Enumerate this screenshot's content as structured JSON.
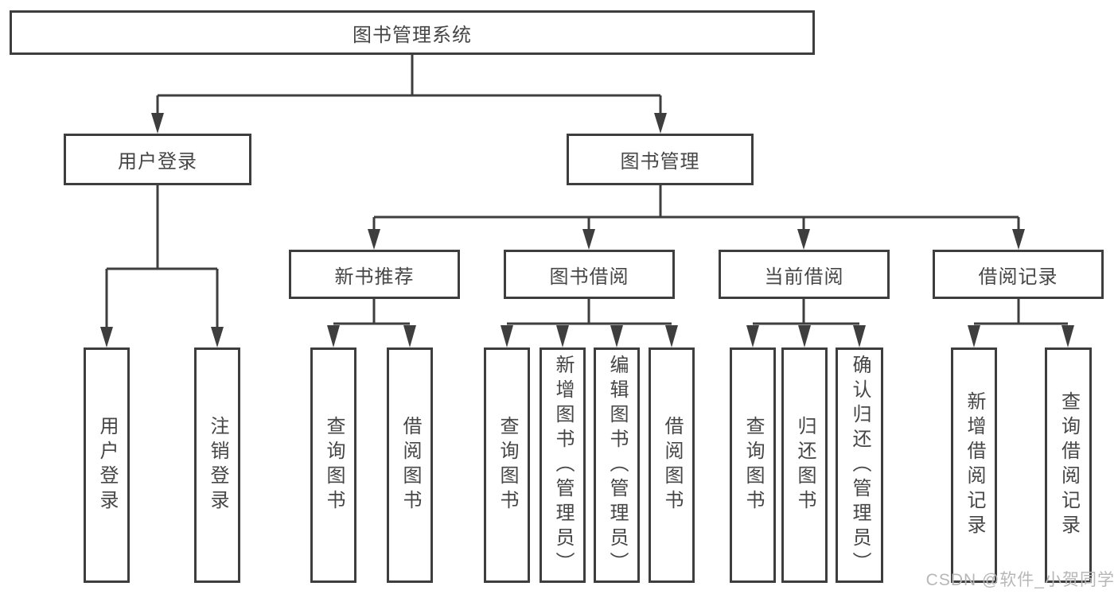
{
  "tree": {
    "label": "图书管理系统",
    "children": [
      {
        "label": "用户登录",
        "children": [
          {
            "label": "用户登录"
          },
          {
            "label": "注销登录"
          }
        ]
      },
      {
        "label": "图书管理",
        "children": [
          {
            "label": "新书推荐",
            "children": [
              {
                "label": "查询图书"
              },
              {
                "label": "借阅图书"
              }
            ]
          },
          {
            "label": "图书借阅",
            "children": [
              {
                "label": "查询图书"
              },
              {
                "label": "新增图书（管理员）"
              },
              {
                "label": "编辑图书（管理员）"
              },
              {
                "label": "借阅图书"
              }
            ]
          },
          {
            "label": "当前借阅",
            "children": [
              {
                "label": "查询图书"
              },
              {
                "label": "归还图书"
              },
              {
                "label": "确认归还（管理员）"
              }
            ]
          },
          {
            "label": "借阅记录",
            "children": [
              {
                "label": "新增借阅记录"
              },
              {
                "label": "查询借阅记录"
              }
            ]
          }
        ]
      }
    ]
  },
  "watermark": {
    "text": "CSDN @软件_小贺同学",
    "color": "#b7b7b7"
  },
  "colors": {
    "line": "#3e3e3e",
    "box_border": "#3e3e3e",
    "text": "#464646",
    "background": "#ffffff"
  }
}
